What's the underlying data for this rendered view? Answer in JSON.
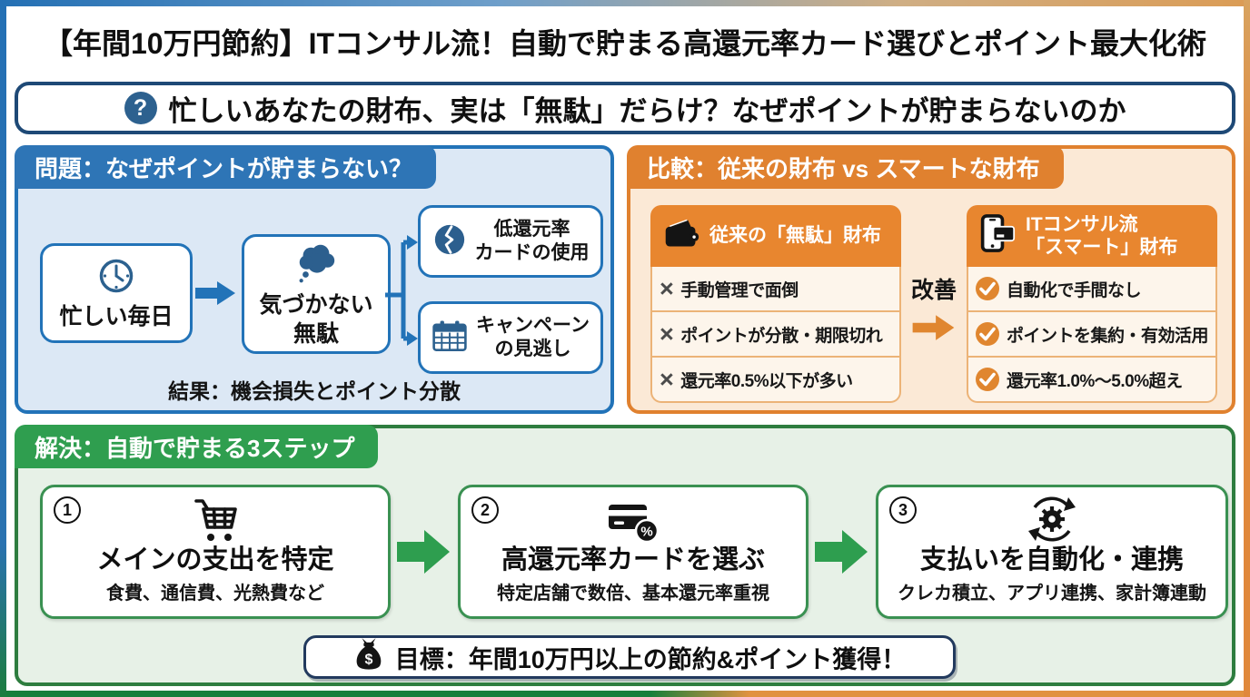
{
  "title": "【年間10万円節約】ITコンサル流！自動で貯まる高還元率カード選びとポイント最大化術",
  "hook": {
    "text": "忙しいあなたの財布、実は「無駄」だらけ？なぜポイントが貯まらないのか"
  },
  "glyphs": {
    "question": "?",
    "cross": "×",
    "percent": "%",
    "dollar": "$"
  },
  "problem": {
    "header": "問題：なぜポイントが貯まらない？",
    "flow": {
      "busy": {
        "label": "忙しい毎日"
      },
      "unnoticed": {
        "line1": "気づかない",
        "line2": "無駄"
      },
      "low_rate": {
        "line1": "低還元率",
        "line2": "カードの使用"
      },
      "campaign": {
        "line1": "キャンペーン",
        "line2": "の見逃し"
      }
    },
    "result": "結果：機会損失とポイント分散"
  },
  "comparison": {
    "header": "比較：従来の財布 vs スマートな財布",
    "old": {
      "title": "従来の「無駄」財布",
      "items": [
        "手動管理で面倒",
        "ポイントが分散・期限切れ",
        "還元率0.5%以下が多い"
      ]
    },
    "improve_label": "改善",
    "smart": {
      "title1": "ITコンサル流",
      "title2": "「スマート」財布",
      "items": [
        "自動化で手間なし",
        "ポイントを集約・有効活用",
        "還元率1.0%～5.0%超え"
      ]
    }
  },
  "solution": {
    "header": "解決：自動で貯まる3ステップ",
    "steps": [
      {
        "number": "1",
        "title": "メインの支出を特定",
        "subtitle": "食費、通信費、光熱費など"
      },
      {
        "number": "2",
        "title": "高還元率カードを選ぶ",
        "subtitle": "特定店舗で数倍、基本還元率重視"
      },
      {
        "number": "3",
        "title": "支払いを自動化・連携",
        "subtitle": "クレカ積立、アプリ連携、家計簿連動"
      }
    ],
    "goal": {
      "text": "目標：年間10万円以上の節約&ポイント獲得！"
    }
  },
  "colors": {
    "blue_border": "#2273b8",
    "blue_badge": "#2e75b6",
    "light_blue_bg": "#dce8f5",
    "navy_icon": "#2c618f",
    "orange": "#e0812f",
    "orange_card_head": "#e8862f",
    "cream_bg": "#fbe9d6",
    "cream_row": "#fdf5eb",
    "green_badge": "#2f9e4f",
    "green_border": "#2e7d3f",
    "light_green_bg": "#e7f1e7",
    "hook_border_navy": "#1e4976",
    "goal_border_navy": "#223a5e"
  }
}
